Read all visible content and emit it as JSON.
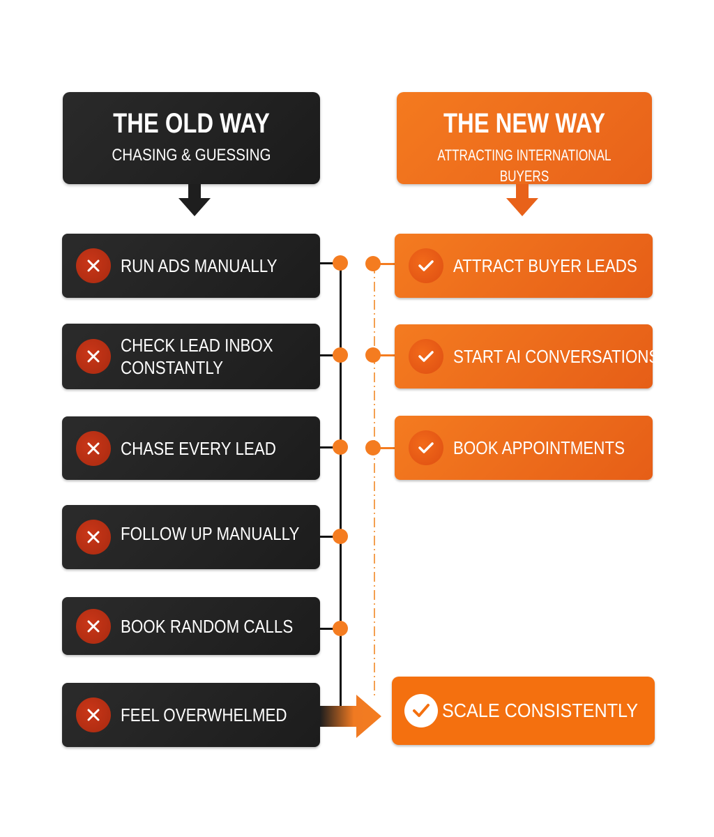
{
  "old_way": {
    "title": "THE OLD WAY",
    "subtitle": "CHASING & GUESSING",
    "color": "#1f1f1f",
    "items": [
      {
        "label": "RUN ADS MANUALLY",
        "icon": "x-icon"
      },
      {
        "label": "CHECK LEAD INBOX",
        "label2": "CONSTANTLY",
        "icon": "x-icon"
      },
      {
        "label": "CHASE EVERY LEAD",
        "icon": "x-icon"
      },
      {
        "label": "FOLLOW UP MANUALLY",
        "icon": "x-icon"
      },
      {
        "label": "BOOK RANDOM CALLS",
        "icon": "x-icon"
      },
      {
        "label": "FEEL OVERWHELMED",
        "icon": "x-icon"
      }
    ]
  },
  "new_way": {
    "title": "THE NEW WAY",
    "subtitle": "ATTRACTING INTERNATIONAL BUYERS",
    "color": "#f07020",
    "items": [
      {
        "label": "ATTRACT BUYER LEADS",
        "icon": "check-icon"
      },
      {
        "label": "START AI CONVERSATIONS",
        "icon": "check-icon"
      },
      {
        "label": "BOOK APPOINTMENTS",
        "icon": "check-icon"
      }
    ],
    "final": {
      "label": "SCALE CONSISTENTLY",
      "icon": "check-circle-icon"
    }
  }
}
